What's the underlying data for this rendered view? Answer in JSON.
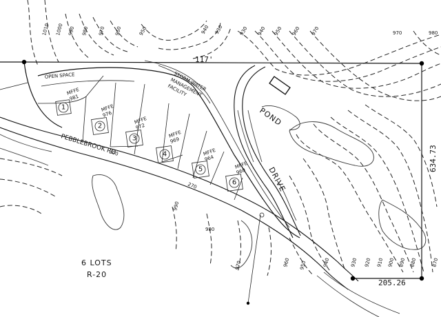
{
  "plan": {
    "dimensions": {
      "north_line": "117'",
      "east_line": "634.73",
      "south_line": "205.26",
      "road_frontage_1": "300",
      "road_frontage_2": "270"
    },
    "labels": {
      "open_space": "OPEN SPACE",
      "storm_water_line1": "STORM WATER",
      "storm_water_line2": "MANAGEMENT",
      "storm_water_line3": "FACILITY",
      "pond": "POND",
      "drive": "DRIVE",
      "road_name": "PEBBLEBROOK RD",
      "lots_count": "6 LOTS",
      "zoning": "R-20"
    },
    "lots": [
      {
        "number": "1",
        "mffe_label": "MFFE",
        "mffe_value": "981"
      },
      {
        "number": "2",
        "mffe_label": "MFFE",
        "mffe_value": "976"
      },
      {
        "number": "3",
        "mffe_label": "MFFE",
        "mffe_value": "972"
      },
      {
        "number": "4",
        "mffe_label": "MFFE",
        "mffe_value": "969"
      },
      {
        "number": "5",
        "mffe_label": "MFFE",
        "mffe_value": "964"
      },
      {
        "number": "6",
        "mffe_label": "MFFE",
        "mffe_value": "960"
      }
    ],
    "contour_labels": {
      "top": [
        "1010",
        "1000",
        "990",
        "980",
        "970",
        "960",
        "950",
        "940",
        "930",
        "930",
        "940",
        "950",
        "960",
        "970",
        "970",
        "980"
      ],
      "bottom": [
        "990",
        "980",
        "970",
        "960",
        "950",
        "940",
        "930",
        "920",
        "910",
        "900",
        "890",
        "880",
        "870"
      ]
    }
  }
}
